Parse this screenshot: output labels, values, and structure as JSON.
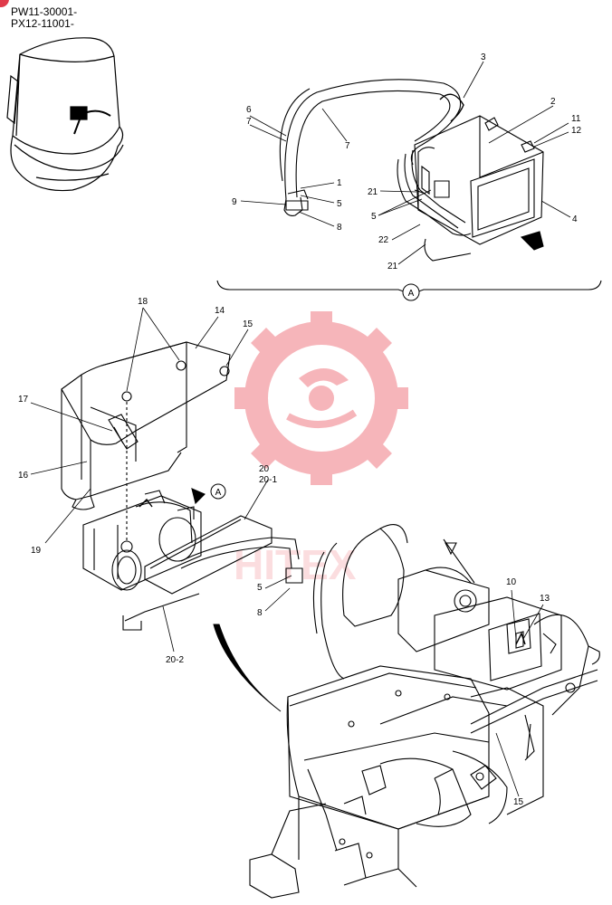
{
  "serials": [
    "PW11-30001-",
    "PX12-11001-"
  ],
  "view_marker": "A",
  "watermark": {
    "text": "HITEX",
    "color": "#f07a82"
  },
  "colors": {
    "badge": "#e03a4a",
    "line": "#000000"
  },
  "callouts": {
    "c1": "1",
    "c2": "2",
    "c3": "3",
    "c4": "4",
    "c5a": "5",
    "c5b": "5",
    "c6": "6",
    "c7a": "7",
    "c7b": "7",
    "c8": "8",
    "c9": "9",
    "c11": "11",
    "c12": "12",
    "c21a": "21",
    "c21b": "21",
    "c22": "22",
    "c18": "18",
    "c14": "14",
    "c15a": "15",
    "c17": "17",
    "c16": "16",
    "c19": "19",
    "c20": "20",
    "c20_1": "20-1",
    "c5c": "5",
    "c8b": "8",
    "c20_2": "20-2",
    "c10": "10",
    "c13": "13",
    "c15b": "15"
  }
}
